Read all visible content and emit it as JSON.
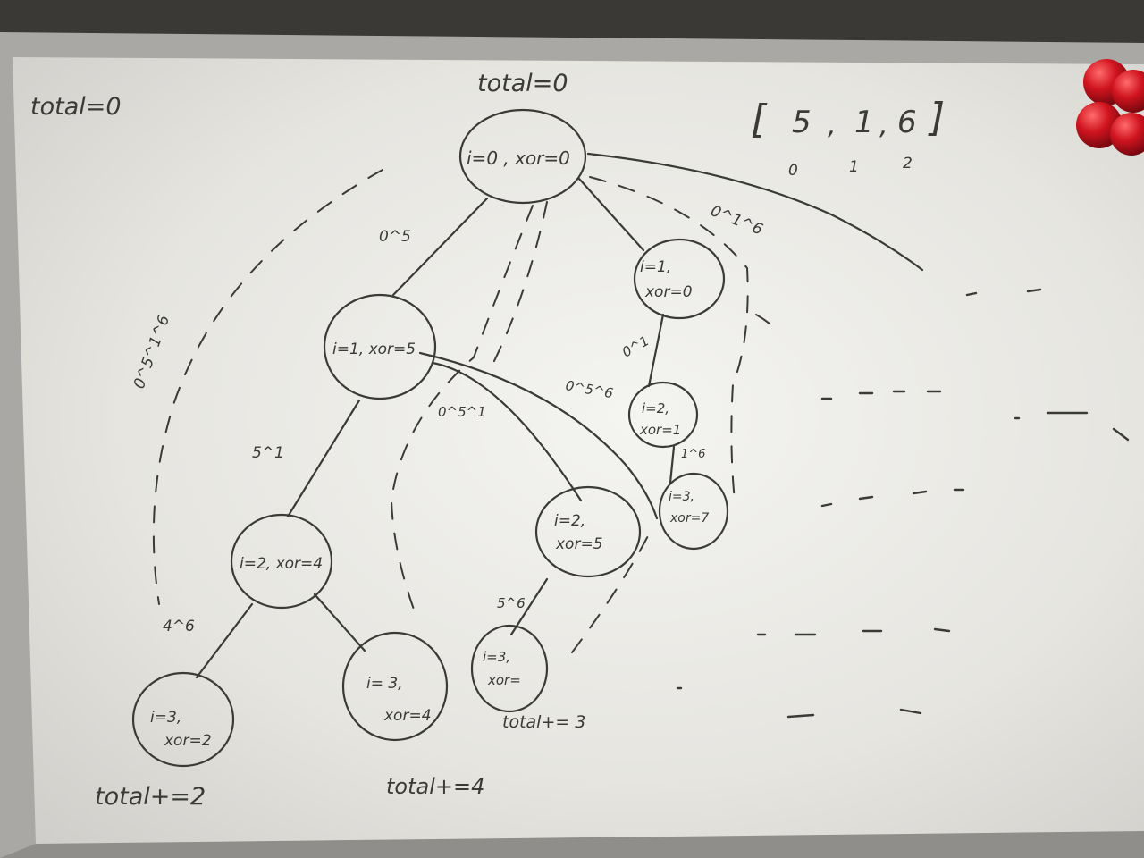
{
  "array": {
    "open": "[",
    "values": [
      "5",
      "1",
      "6"
    ],
    "separators": [
      ",",
      ","
    ],
    "close": "]",
    "indices": [
      "0",
      "1",
      "2"
    ]
  },
  "totals": {
    "top_left": "total=0",
    "top_center": "total=0",
    "bottom_left": "total+=2",
    "bottom_middle": "total+=4",
    "bottom_right": "total+= 3"
  },
  "nodes": {
    "root": [
      "i=0 , xor=0"
    ],
    "n1": [
      "i=1, xor=5"
    ],
    "n2": [
      "i=2, xor=4"
    ],
    "n3a": [
      "i=3,",
      "xor=2"
    ],
    "n3b": [
      "i= 3,",
      "xor=4"
    ],
    "n2b": [
      "i=2,",
      "xor=5"
    ],
    "n3c": [
      "i=3,",
      "xor="
    ],
    "n1r": [
      "i=1,",
      "xor=0"
    ],
    "n2r": [
      "i=2,",
      "xor=1"
    ],
    "n3r": [
      "i=3,",
      "xor=7"
    ]
  },
  "edge_labels": {
    "root_n1": "0^5",
    "n1_n2": "5^1",
    "n2_n3a": "4^6",
    "arc_outer": "0^5^1^6",
    "n1_n2b": "0^5^1",
    "n2b_n3c": "5^6",
    "root_n1r": "0^1^6",
    "n1r_n2r": "0^1",
    "n1r_n3r": "0^5^6",
    "n2r_n3r": "1^6"
  },
  "colors": {
    "board": "#e9e8e3",
    "ink": "#3a3a36",
    "frame": "#9c9b97",
    "magnet": "#c8121e"
  }
}
